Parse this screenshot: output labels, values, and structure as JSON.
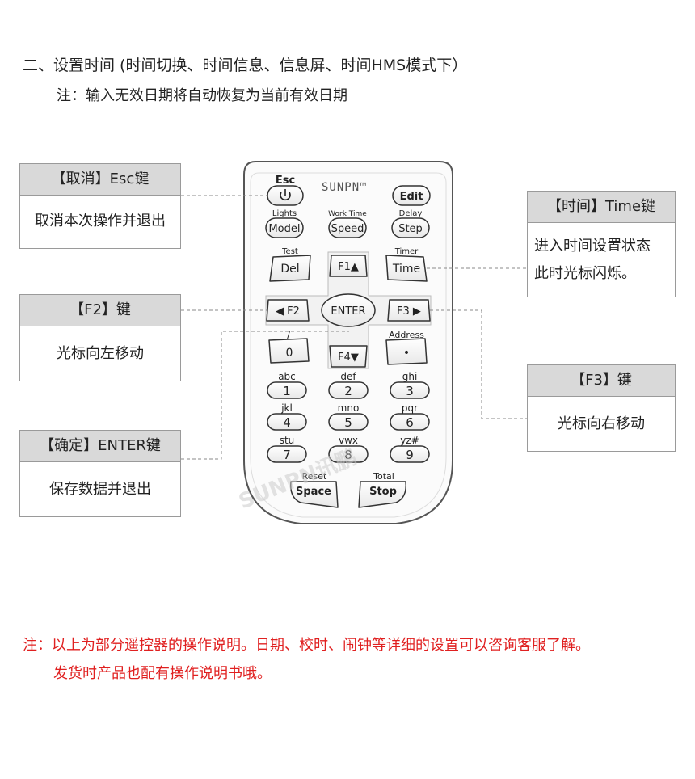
{
  "header": {
    "title": "二、设置时间 (时间切换、时间信息、信息屏、时间HMS模式下）",
    "note": "注：输入无效日期将自动恢复为当前有效日期"
  },
  "callouts": {
    "esc": {
      "title": "【取消】Esc键",
      "desc": "取消本次操作并退出"
    },
    "f2": {
      "title": "【F2】键",
      "desc": "光标向左移动"
    },
    "enter": {
      "title": "【确定】ENTER键",
      "desc": "保存数据并退出"
    },
    "time": {
      "title": "【时间】Time键",
      "desc_line1": "进入时间设置状态",
      "desc_line2": "此时光标闪烁。"
    },
    "f3": {
      "title": "【F3】键",
      "desc": "光标向右移动"
    }
  },
  "remote": {
    "brand": "SUNPN™",
    "watermark": "SUNPN讯鹏",
    "esc_label": "Esc",
    "edit_label": "Edit",
    "lights_label": "Lights",
    "model_label": "Model",
    "worktime_label": "Work Time",
    "speed_label": "Speed",
    "delay_label": "Delay",
    "step_label": "Step",
    "test_label": "Test",
    "del_label": "Del",
    "f1_label": "F1▲",
    "timer_label": "Timer",
    "time_label": "Time",
    "f2_label": "◀ F2",
    "enter_label": "ENTER",
    "f3_label": "F3 ▶",
    "dash_label": "-/_",
    "zero_label": "0",
    "f4_label": "F4▼",
    "address_label": "Address",
    "dot_label": "•",
    "keys": [
      {
        "sub": "abc",
        "num": "1"
      },
      {
        "sub": "def",
        "num": "2"
      },
      {
        "sub": "ghi",
        "num": "3"
      },
      {
        "sub": "jkl",
        "num": "4"
      },
      {
        "sub": "mno",
        "num": "5"
      },
      {
        "sub": "pqr",
        "num": "6"
      },
      {
        "sub": "stu",
        "num": "7"
      },
      {
        "sub": "vwx",
        "num": "8"
      },
      {
        "sub": "yz#",
        "num": "9"
      }
    ],
    "reset_label": "Reset",
    "space_label": "Space",
    "total_label": "Total",
    "stop_label": "Stop"
  },
  "footer": {
    "line1": "注：以上为部分遥控器的操作说明。日期、校时、闹钟等详细的设置可以咨询客服了解。",
    "line2": "发货时产品也配有操作说明书哦。"
  },
  "colors": {
    "note_red": "#e02020",
    "header_gray": "#d9d9d9",
    "border_gray": "#9a9a9a"
  }
}
